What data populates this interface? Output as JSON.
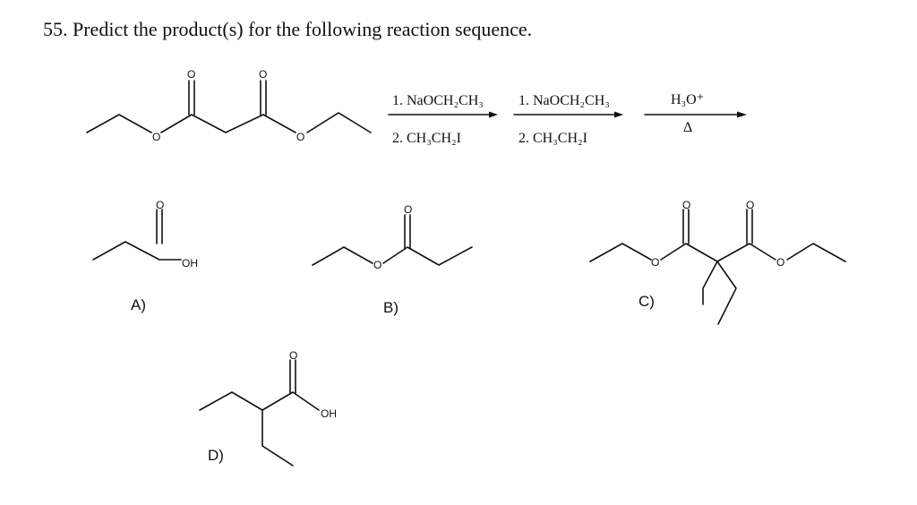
{
  "question": {
    "text": "55. Predict the product(s) for the following reaction sequence."
  },
  "reaction": {
    "step1": {
      "line1": "1. NaOCH₂CH₃",
      "line2": "2. CH₃CH₂I"
    },
    "step2": {
      "line1": "1. NaOCH₂CH₃",
      "line2": "2. CH₃CH₂I"
    },
    "step3": {
      "line1": "H₃O⁺",
      "line2": "Δ"
    }
  },
  "atoms": {
    "oxygen": "O",
    "hydroxyl": "OH"
  },
  "choices": {
    "a": "A)",
    "b": "B)",
    "c": "C)",
    "d": "D)"
  }
}
